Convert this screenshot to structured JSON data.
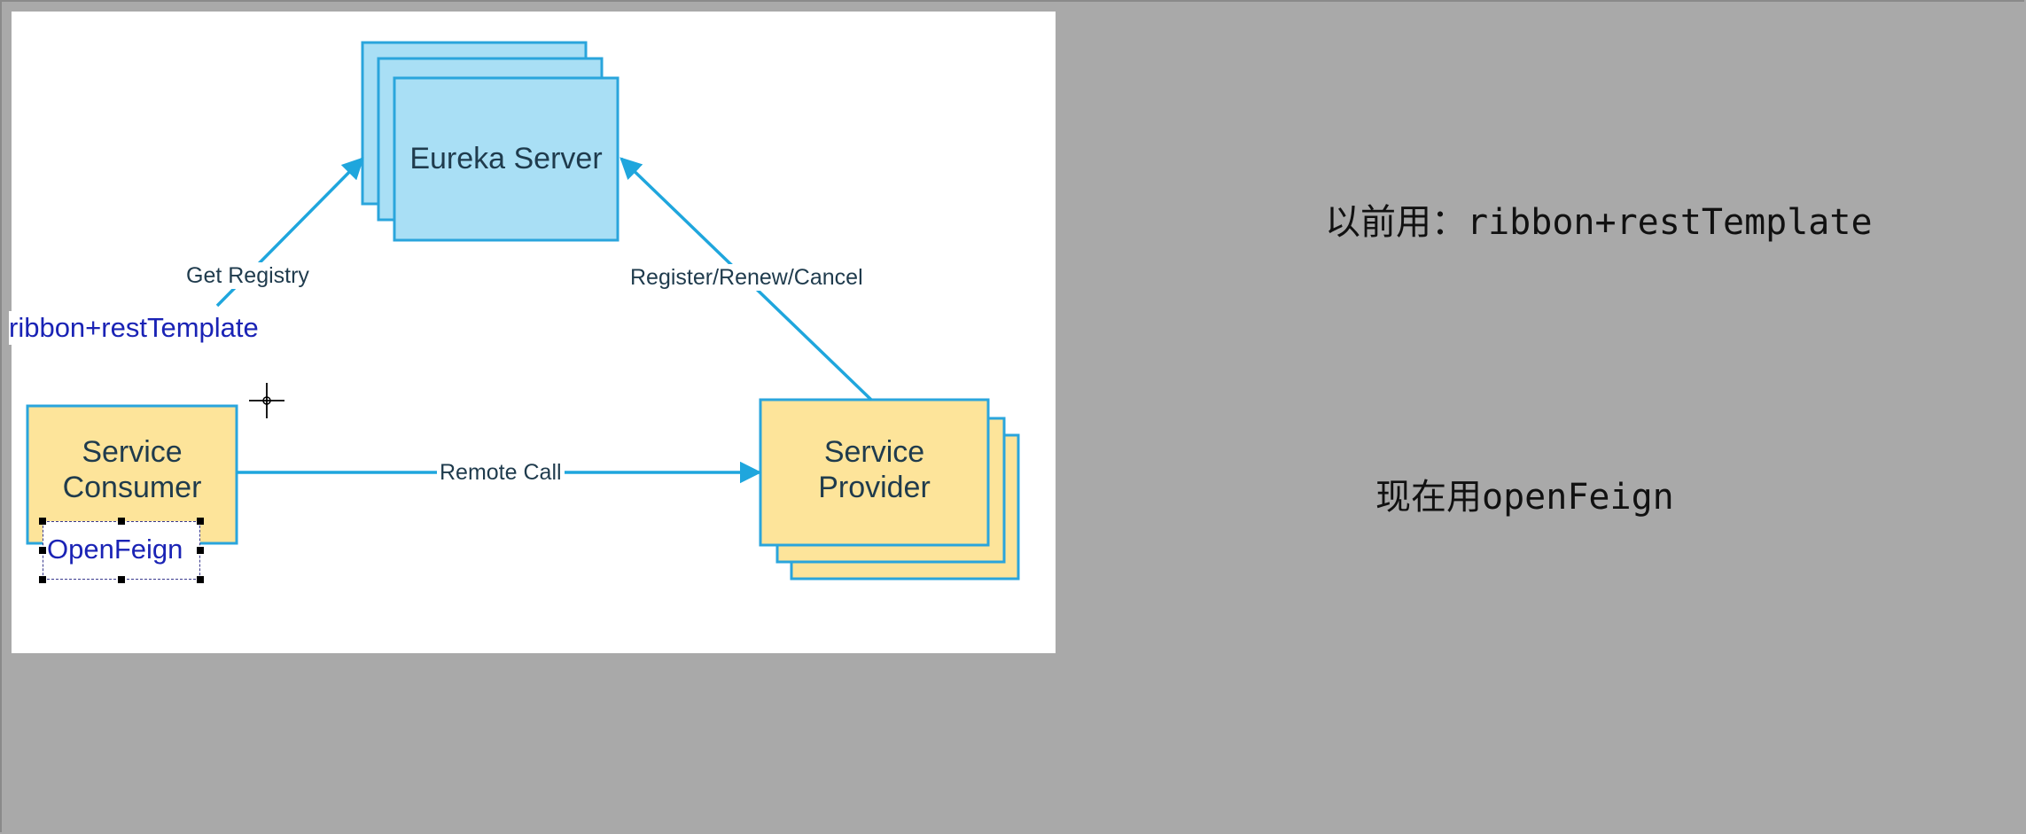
{
  "diagram": {
    "nodes": {
      "eureka": {
        "label": "Eureka Server"
      },
      "consumer": {
        "label_line1": "Service",
        "label_line2": "Consumer"
      },
      "provider": {
        "label_line1": "Service",
        "label_line2": "Provider"
      }
    },
    "edges": {
      "get_registry": "Get Registry",
      "register_renew_cancel": "Register/Renew/Cancel",
      "remote_call": "Remote Call"
    },
    "annotations": {
      "ribbon": "ribbon+restTemplate",
      "openfeign": "OpenFeign"
    }
  },
  "notes": {
    "before": "以前用：ribbon+restTemplate",
    "now": "现在用openFeign"
  },
  "colors": {
    "server_fill": "#a9dff5",
    "server_stroke": "#2aa5dc",
    "service_fill": "#fde49a",
    "arrow": "#1fa6dd",
    "annotation_text": "#1a23b5",
    "background": "#a9a9a9"
  }
}
